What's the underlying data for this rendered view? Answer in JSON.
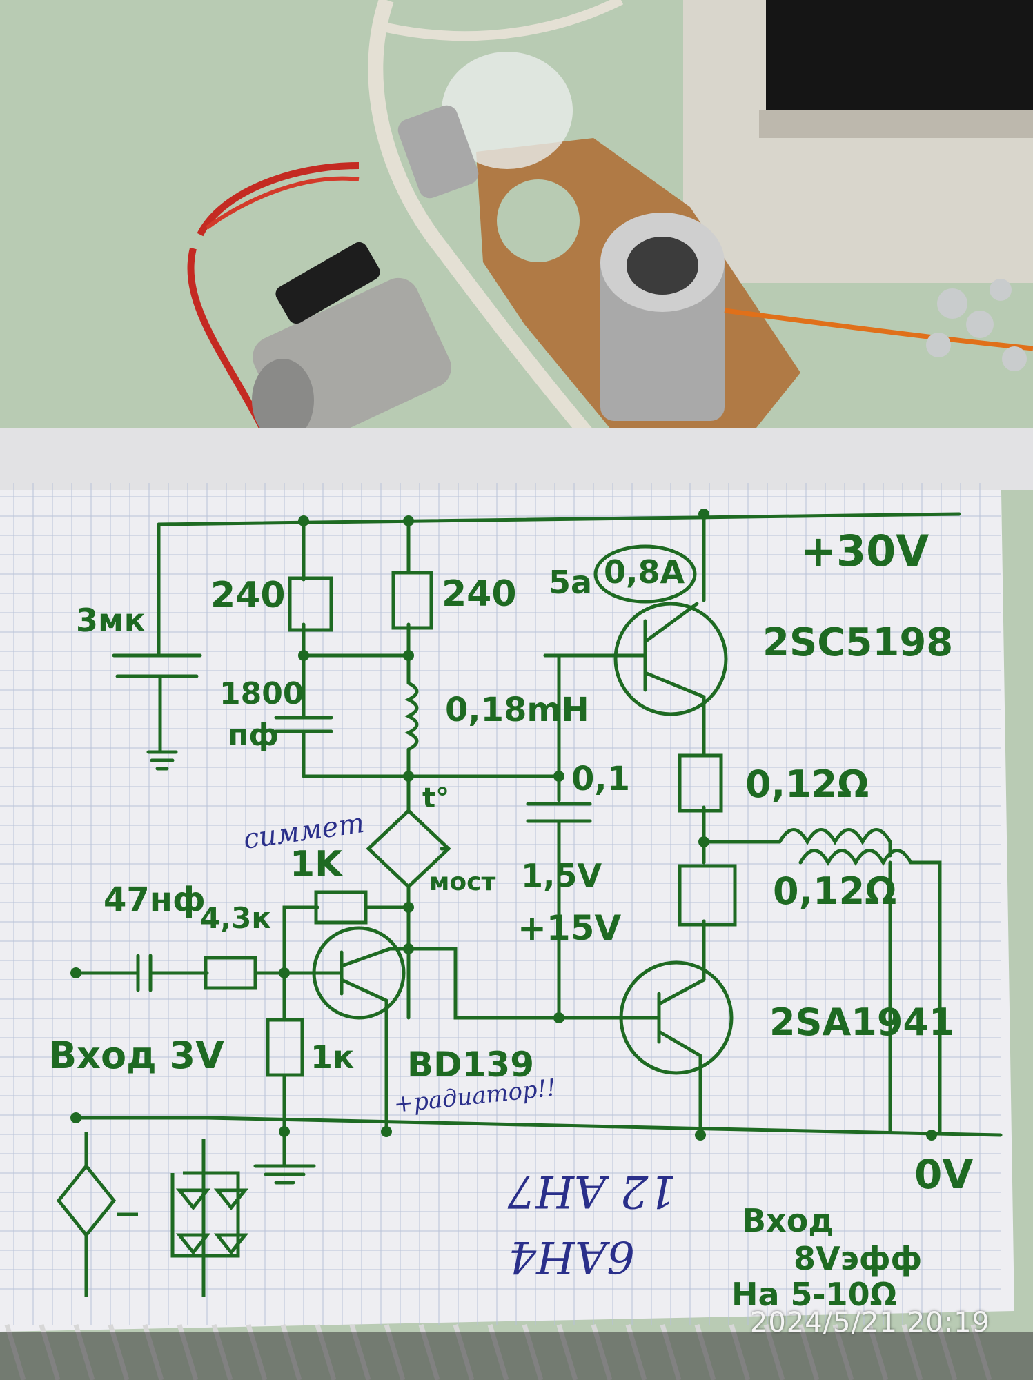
{
  "photo": {
    "timestamp": "2024/5/21  20:19"
  },
  "schematic": {
    "supply": "+30V",
    "ground_label": "0V",
    "cap_left": "3мк",
    "cap_240_left": "240",
    "cap_240_right": "240",
    "cap_1800": "1800",
    "cap_1800_unit": "пф",
    "inductor": "0,18mH",
    "cap_01": "0,1",
    "fuse": "0,8A",
    "fuse_prefix": "5a",
    "q_top": "2SC5198",
    "r_top": "0,12Ω",
    "r_bottom": "0,12Ω",
    "q_bottom": "2SA1941",
    "q_driver": "BD139",
    "driver_note": "+радиатор!!",
    "trimmer_label": "симмет",
    "trimmer_value": "1K",
    "bridge_label": "мост",
    "temp_label": "t°",
    "cap_input": "47нф",
    "r_input": "4,3к",
    "r_bias": "1к",
    "input_label": "Вход 3V",
    "voltage_a": "1,5V",
    "voltage_b": "+15V",
    "note_mirrored_1": "12 AH7",
    "note_mirrored_2": "6AH4",
    "input_note_1": "Вход",
    "input_note_2": "8Vэфф",
    "input_note_3": "На   5-10Ω"
  }
}
